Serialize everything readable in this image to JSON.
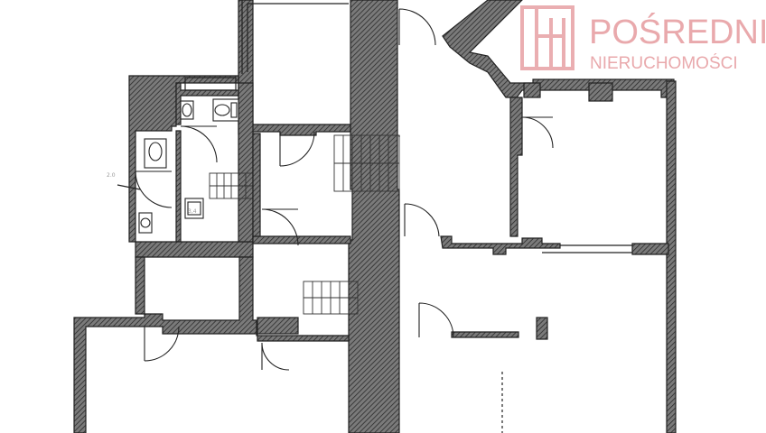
{
  "watermark": {
    "line1": "POŚREDNIK",
    "line2": "NIERUCHOMOŚCI",
    "color": "#e7a0a4"
  },
  "plan": {
    "small_labels": [
      "2.0",
      "3,4"
    ]
  },
  "colors": {
    "wall_fill": "#5a5a5a",
    "line": "#222222",
    "background": "#ffffff"
  }
}
